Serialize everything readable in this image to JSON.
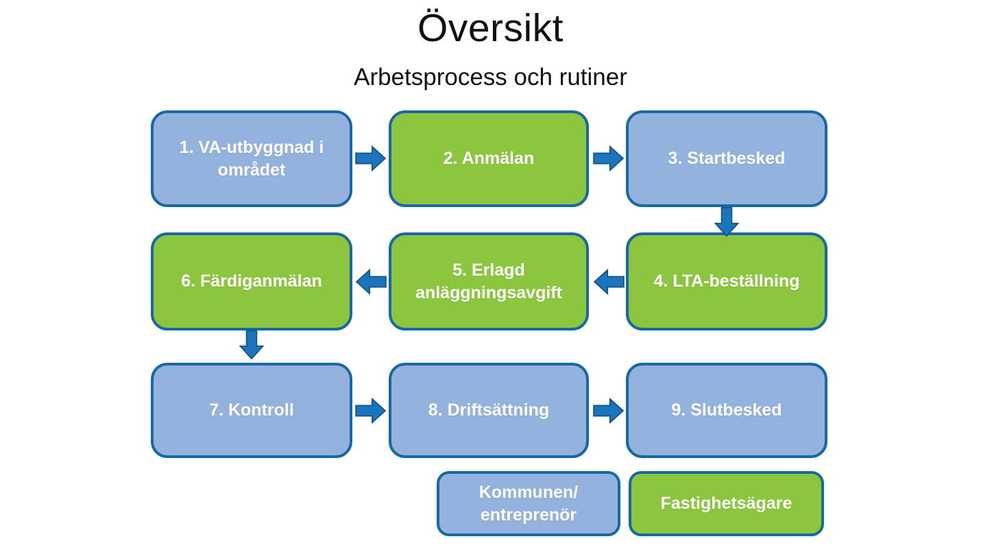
{
  "header": {
    "title": "Översikt",
    "subtitle": "Arbetsprocess och rutiner"
  },
  "palette": {
    "municipality_fill": "#93B2DD",
    "owner_fill": "#8CC63F",
    "box_border": "#1768A4",
    "arrow_fill": "#1B75BC",
    "arrow_border": "#12568C",
    "box_text": "#FFFFFF",
    "title_text": "#111111"
  },
  "boxes": [
    {
      "label": "1. VA-utbyggnad i\nområdet",
      "actor": "kommunen"
    },
    {
      "label": "2. Anmälan",
      "actor": "fastighetsagare"
    },
    {
      "label": "3. Startbesked",
      "actor": "kommunen"
    },
    {
      "label": "6. Färdiganmälan",
      "actor": "fastighetsagare"
    },
    {
      "label": "5. Erlagd\nanläggningsavgift",
      "actor": "fastighetsagare"
    },
    {
      "label": "4. LTA-beställning",
      "actor": "fastighetsagare"
    },
    {
      "label": "7. Kontroll",
      "actor": "kommunen"
    },
    {
      "label": "8. Driftsättning",
      "actor": "kommunen"
    },
    {
      "label": "9. Slutbesked",
      "actor": "kommunen"
    }
  ],
  "legend": [
    {
      "label": "Kommunen/\nentreprenör",
      "actor": "kommunen"
    },
    {
      "label": "Fastighetsägare",
      "actor": "fastighetsagare"
    }
  ]
}
